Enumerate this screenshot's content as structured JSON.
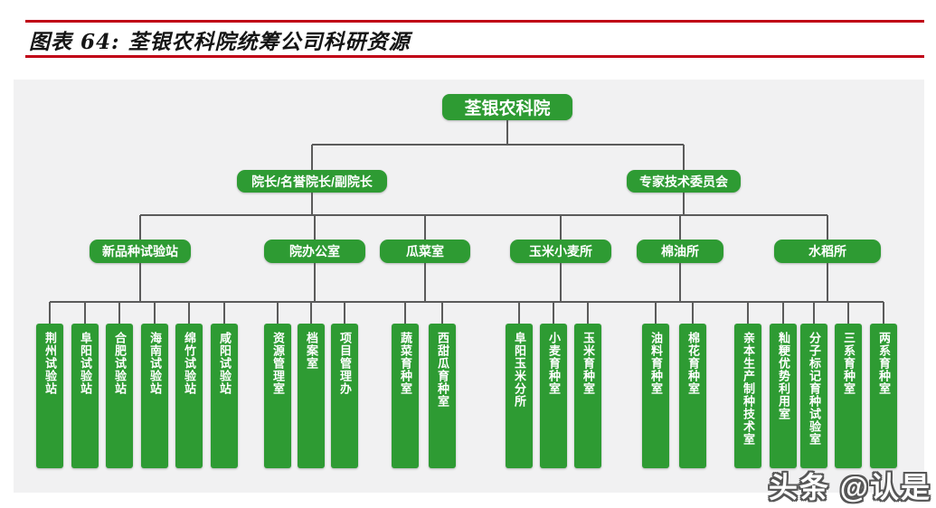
{
  "header": {
    "title": "图表 64: 荃银农科院统筹公司科研资源"
  },
  "watermark": "头条 @认是",
  "colors": {
    "accent_red": "#c00016",
    "node_green": "#2e9b33",
    "connector_gray": "#5b5b5b",
    "panel_bg": "#f1f1f2"
  },
  "org": {
    "root": "荃银农科院",
    "level2": [
      "院长/名誉院长/副院长",
      "专家技术委员会"
    ],
    "level3": [
      "新品种试验站",
      "院办公室",
      "瓜菜室",
      "玉米小麦所",
      "棉油所",
      "水稻所"
    ],
    "level4": [
      [
        "荆州试验站",
        "阜阳试验站",
        "合肥试验站",
        "海南试验站",
        "绵竹试验站",
        "咸阳试验站"
      ],
      [
        "资源管理室",
        "档案室",
        "项目管理办"
      ],
      [
        "蔬菜育种室",
        "西甜瓜育种室"
      ],
      [
        "阜阳玉米分所",
        "小麦育种室",
        "玉米育种室"
      ],
      [
        "油料育种室",
        "棉花育种室"
      ],
      [
        "亲本生产制种技术室",
        "籼粳优势利用室",
        "分子标记育种试验室",
        "三系育种室",
        "两系育种室"
      ]
    ]
  }
}
